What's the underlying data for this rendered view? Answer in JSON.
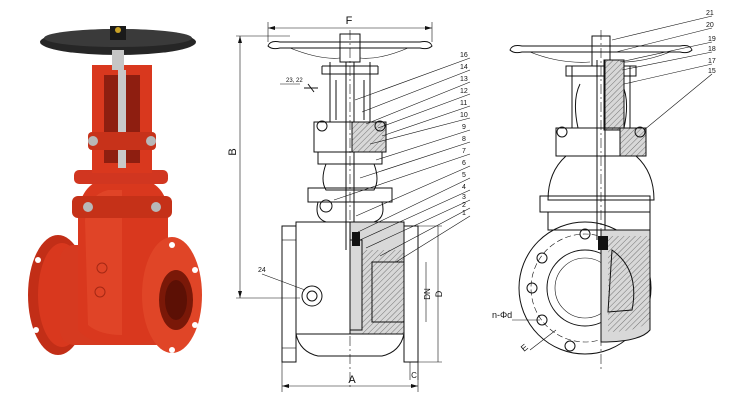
{
  "figure": {
    "colors": {
      "valve_body": "#d9381e",
      "valve_shadow": "#8e1e10",
      "handwheel": "#262626",
      "bolt": "#b8b8b8",
      "line": "#111111"
    }
  },
  "front_view": {
    "dimensions": {
      "F": "F",
      "B": "B",
      "A": "A",
      "DN": "DN",
      "D": "D",
      "C": "C"
    },
    "labels": [
      "16",
      "14",
      "13",
      "12",
      "11",
      "10",
      "9",
      "8",
      "7",
      "6",
      "5",
      "4",
      "3",
      "2",
      "1"
    ],
    "label_24": "24",
    "label_23_22": "23, 22"
  },
  "side_view": {
    "labels": [
      "21",
      "20",
      "19",
      "18",
      "17",
      "15"
    ],
    "bolt_note": "n-Φd",
    "pcd_label": "E"
  }
}
